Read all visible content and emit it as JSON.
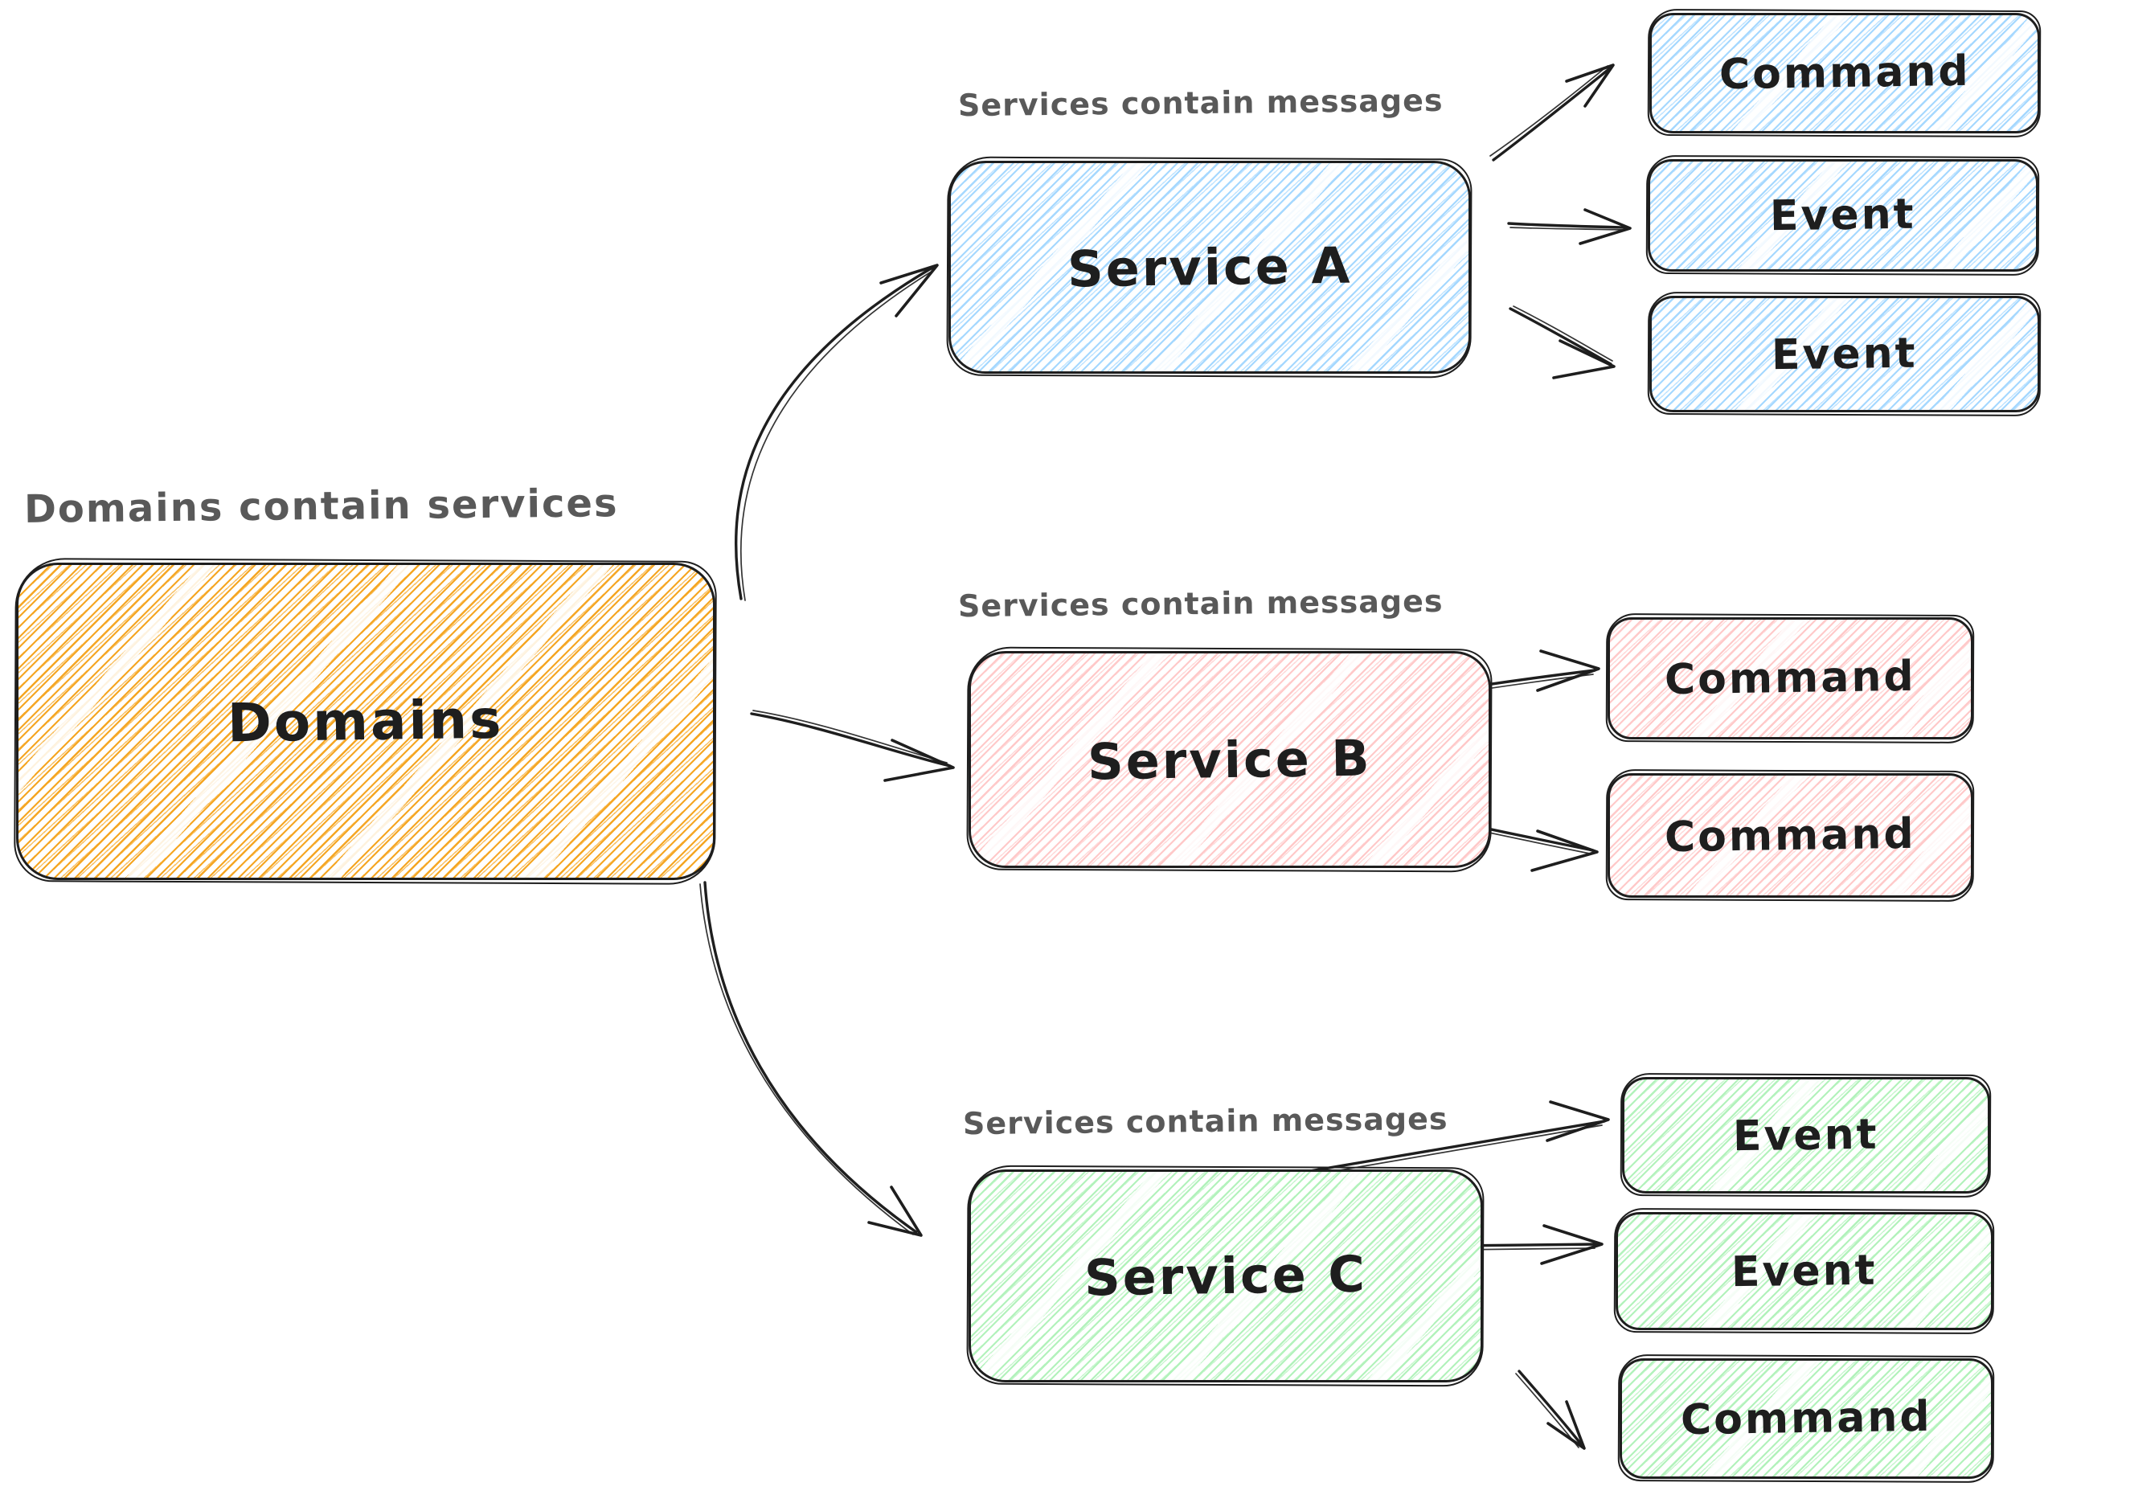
{
  "diagram": {
    "title_context": "Hand-drawn architecture sketch: domains contain services, services contain messages",
    "colors": {
      "stroke": "#1e1e1e",
      "caption_text": "#595959",
      "background": "#ffffff",
      "orange_fill": "#f5a623",
      "blue_fill": "#a5d8ff",
      "pink_fill": "#ffc9c9",
      "green_fill": "#b2f2bb"
    },
    "captions": {
      "domains": "Domains contain services",
      "service_a": "Services contain messages",
      "service_b": "Services contain messages",
      "service_c": "Services contain messages"
    },
    "nodes": {
      "domains": {
        "label": "Domains",
        "fill": "#f5a623"
      },
      "service_a": {
        "label": "Service A",
        "fill": "#a5d8ff"
      },
      "service_b": {
        "label": "Service B",
        "fill": "#ffc9c9"
      },
      "service_c": {
        "label": "Service C",
        "fill": "#b2f2bb"
      },
      "a_msg_1": {
        "label": "Command",
        "fill": "#a5d8ff"
      },
      "a_msg_2": {
        "label": "Event",
        "fill": "#a5d8ff"
      },
      "a_msg_3": {
        "label": "Event",
        "fill": "#a5d8ff"
      },
      "b_msg_1": {
        "label": "Command",
        "fill": "#ffc9c9"
      },
      "b_msg_2": {
        "label": "Command",
        "fill": "#ffc9c9"
      },
      "c_msg_1": {
        "label": "Event",
        "fill": "#b2f2bb"
      },
      "c_msg_2": {
        "label": "Event",
        "fill": "#b2f2bb"
      },
      "c_msg_3": {
        "label": "Command",
        "fill": "#b2f2bb"
      }
    },
    "edges": [
      {
        "from": "domains",
        "to": "service_a"
      },
      {
        "from": "domains",
        "to": "service_b"
      },
      {
        "from": "domains",
        "to": "service_c"
      },
      {
        "from": "service_a",
        "to": "a_msg_1"
      },
      {
        "from": "service_a",
        "to": "a_msg_2"
      },
      {
        "from": "service_a",
        "to": "a_msg_3"
      },
      {
        "from": "service_b",
        "to": "b_msg_1"
      },
      {
        "from": "service_b",
        "to": "b_msg_2"
      },
      {
        "from": "service_c",
        "to": "c_msg_1"
      },
      {
        "from": "service_c",
        "to": "c_msg_2"
      },
      {
        "from": "service_c",
        "to": "c_msg_3"
      }
    ]
  }
}
